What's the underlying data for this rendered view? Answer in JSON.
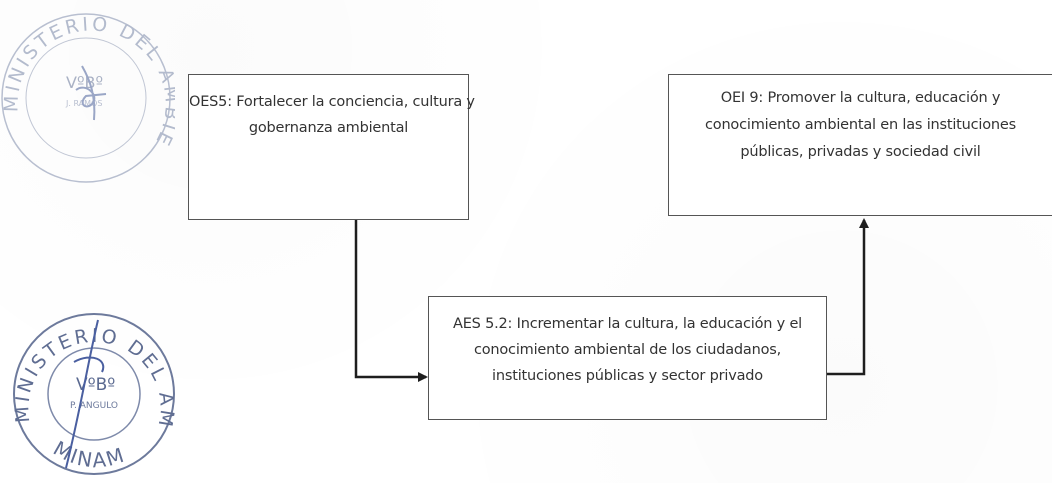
{
  "boxes": {
    "oes5": {
      "lines": [
        "OES5: Fortalecer la conciencia, cultura y",
        "gobernanza ambiental"
      ]
    },
    "oei9": {
      "lines": [
        "OEI 9: Promover la cultura, educación y",
        "conocimiento ambiental en las instituciones",
        "públicas, privadas y sociedad civil"
      ]
    },
    "aes52": {
      "lines": [
        "AES 5.2: Incrementar la cultura, la educación y el",
        "conocimiento ambiental de los ciudadanos,",
        "instituciones públicas y sector privado"
      ]
    }
  },
  "stamps": {
    "top": {
      "ring_top": "MINISTERIO DEL AMBIENTE",
      "center": "VºBº",
      "center_sub": "J. RAMOS"
    },
    "bottom": {
      "ring_top": "MINISTERIO DEL AMBIENTE",
      "ring_bottom": "MINAM",
      "center": "VºBº",
      "center_sub": "P. ANGULO"
    }
  },
  "colors": {
    "line": "#1e1e1e",
    "box_border": "#555555",
    "stamp": "#6d7a9c",
    "stamp_faded": "#aeb6c8",
    "signature": "#4a5fa0"
  }
}
